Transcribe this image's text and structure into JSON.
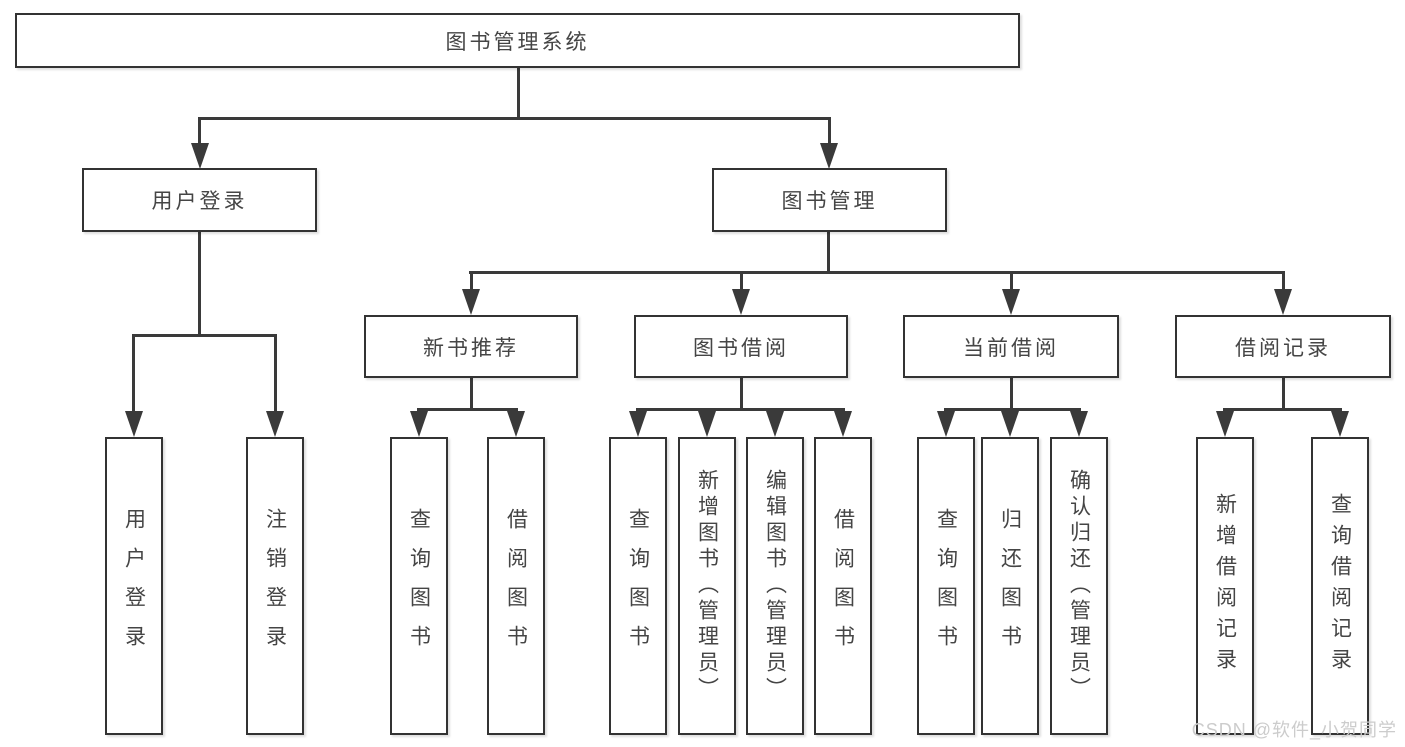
{
  "diagram": {
    "root": {
      "label": "图书管理系统"
    },
    "level2": [
      {
        "label": "用户登录"
      },
      {
        "label": "图书管理"
      }
    ],
    "level3": [
      {
        "label": "新书推荐"
      },
      {
        "label": "图书借阅"
      },
      {
        "label": "当前借阅"
      },
      {
        "label": "借阅记录"
      }
    ],
    "leaves": [
      {
        "label": "用户登录"
      },
      {
        "label": "注销登录"
      },
      {
        "label": "查询图书"
      },
      {
        "label": "借阅图书"
      },
      {
        "label": "查询图书"
      },
      {
        "label": "新增图书（管理员）"
      },
      {
        "label": "编辑图书（管理员）"
      },
      {
        "label": "借阅图书"
      },
      {
        "label": "查询图书"
      },
      {
        "label": "归还图书"
      },
      {
        "label": "确认归还（管理员）"
      },
      {
        "label": "新增借阅记录"
      },
      {
        "label": "查询借阅记录"
      }
    ]
  },
  "watermark": "CSDN @软件_小贺同学",
  "colors": {
    "line": "#3a3a3a",
    "box_border": "#333333",
    "text": "#454545",
    "background": "#ffffff",
    "watermark": "#cccccc"
  }
}
